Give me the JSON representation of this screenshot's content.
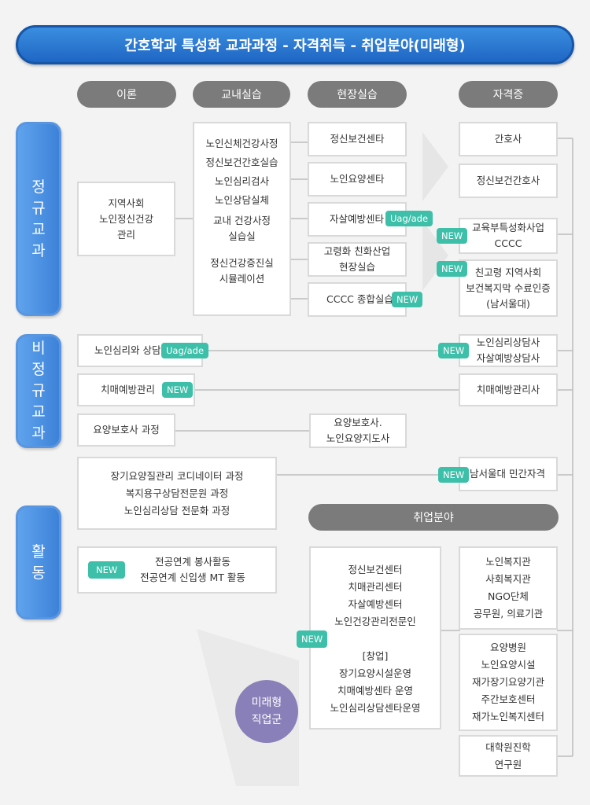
{
  "title": "간호학과 특성화 교과과정 - 자격취득 - 취업분야(미래형)",
  "headers": [
    "이론",
    "교내실습",
    "현장실습",
    "자격증"
  ],
  "sides": {
    "regular": [
      "정",
      "규",
      "교",
      "과"
    ],
    "irregular": [
      "비",
      "정",
      "규",
      "교",
      "과"
    ],
    "activity": [
      "활",
      "동"
    ]
  },
  "theory": [
    "지역사회",
    "노인정신건강",
    "관리"
  ],
  "campus_practice": [
    "노인신체건강사정",
    "정신보건간호실습",
    "노인심리검사",
    "노인상담실체",
    "교내 건강사정",
    "실습실",
    "정신건강증진실",
    "시뮬레이션"
  ],
  "field": {
    "f1": "정신보건센타",
    "f2": "노인요양센타",
    "f3": "자살예방센타",
    "f4": [
      "고령화 친화산업",
      "현장실습"
    ],
    "f5": "CCCC 종합실습"
  },
  "cert": {
    "c1": "간호사",
    "c2": "정신보건간호사",
    "c3": [
      "교육부특성화사업",
      "CCCC"
    ],
    "c4": [
      "친고령 지역사회",
      "보건복지막 수료인증",
      "(남서울대)"
    ],
    "c5": [
      "노인심리상담사",
      "자살예방상담사"
    ],
    "c6": "치매예방관리사",
    "c7": "남서울대 민간자격"
  },
  "irregular": {
    "r1": "노인심리와 상담",
    "r2": "치매예방관리",
    "r3": "요양보호사 과정",
    "r3_result": [
      "요양보호사.",
      "노인요양지도사"
    ],
    "r4": [
      "장기요양질관리 코디네이터 과정",
      "복지용구상담전문원 과정",
      "노인심리상담 전문화 과정"
    ]
  },
  "activity_items": [
    "전공연계 봉사활동",
    "전공연계 신입생 MT 활동"
  ],
  "badges": {
    "new": "NEW",
    "uag": "Uag/ade"
  },
  "jobs_header": "취업분야",
  "jobs_main": [
    "정신보건센터",
    "치매관리센터",
    "자살예방센터",
    "노인건강관리전문인",
    "",
    "[창업]",
    "장기요양시설운영",
    "치매예방센타 운영",
    "노인심리상담센타운영"
  ],
  "jobs_r1": [
    "노인복지관",
    "사회복지관",
    "NGO단체",
    "공무원, 의료기관"
  ],
  "jobs_r2": [
    "요양병원",
    "노인요양시설",
    "재가장기요양기관",
    "주간보호센터",
    "재가노인복지센터"
  ],
  "jobs_r3": [
    "대학원진학",
    "연구원"
  ],
  "future": [
    "미래형",
    "직업군"
  ]
}
